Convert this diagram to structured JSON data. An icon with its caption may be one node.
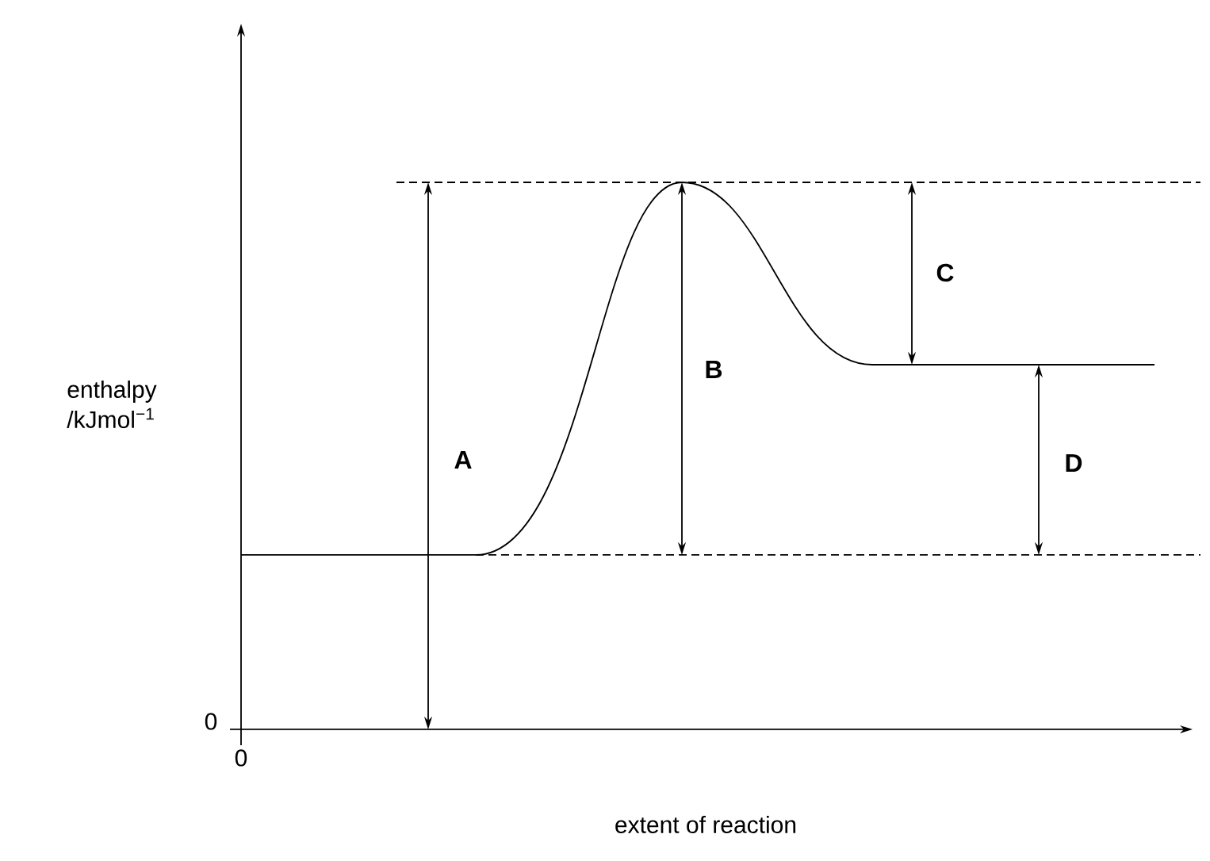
{
  "diagram": {
    "labels": [
      "enthalpy /kJmol$^{−1}$",
      "0",
      "0",
      "extent of reaction",
      "A",
      "B",
      "C",
      "D"
    ]
  }
}
